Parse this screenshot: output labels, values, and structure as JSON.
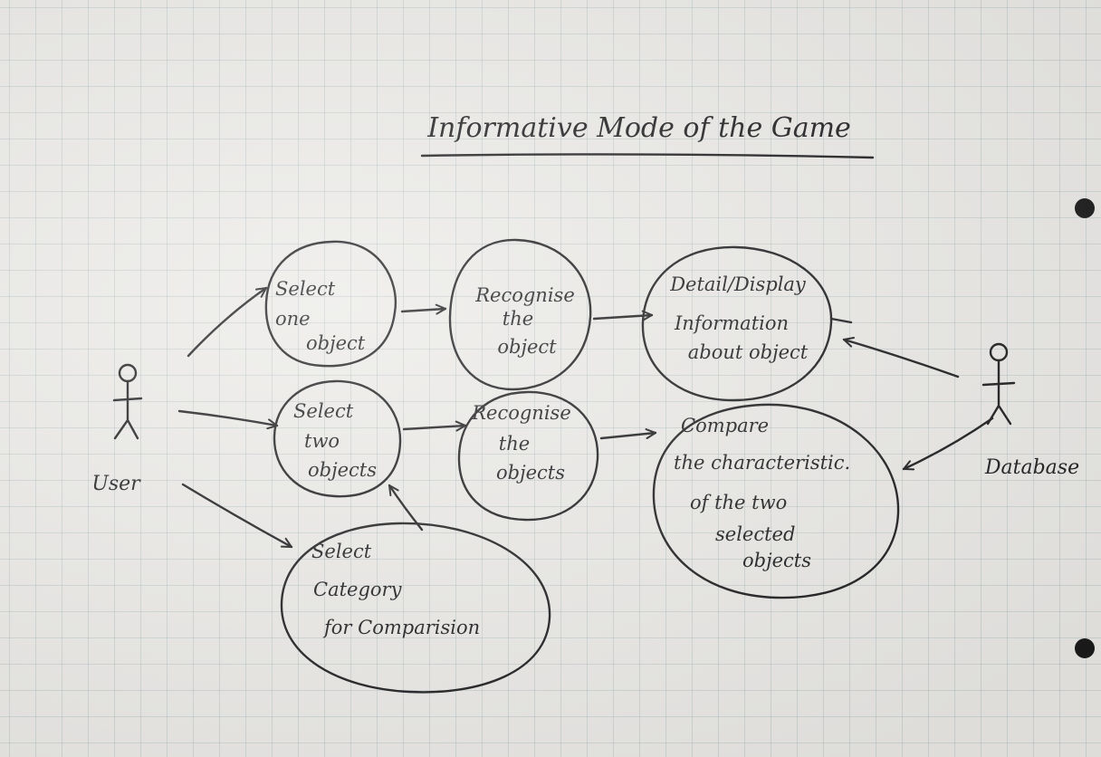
{
  "title": "Informative Mode of the Game",
  "actors": {
    "user": "User",
    "database": "Database"
  },
  "use_cases": {
    "select_one": [
      "Select",
      "one",
      "object"
    ],
    "select_two": [
      "Select",
      "two",
      "objects"
    ],
    "select_category": [
      "Select",
      "Category",
      "for Comparision"
    ],
    "recognise_object": [
      "Recognise",
      "the",
      "object"
    ],
    "recognise_objects": [
      "Recognise",
      "the",
      "objects"
    ],
    "display_info": [
      "Detail/Display",
      "Information",
      "about object"
    ],
    "compare": [
      "Compare",
      "the characteristic.",
      "of the two",
      "selected",
      "objects"
    ]
  }
}
